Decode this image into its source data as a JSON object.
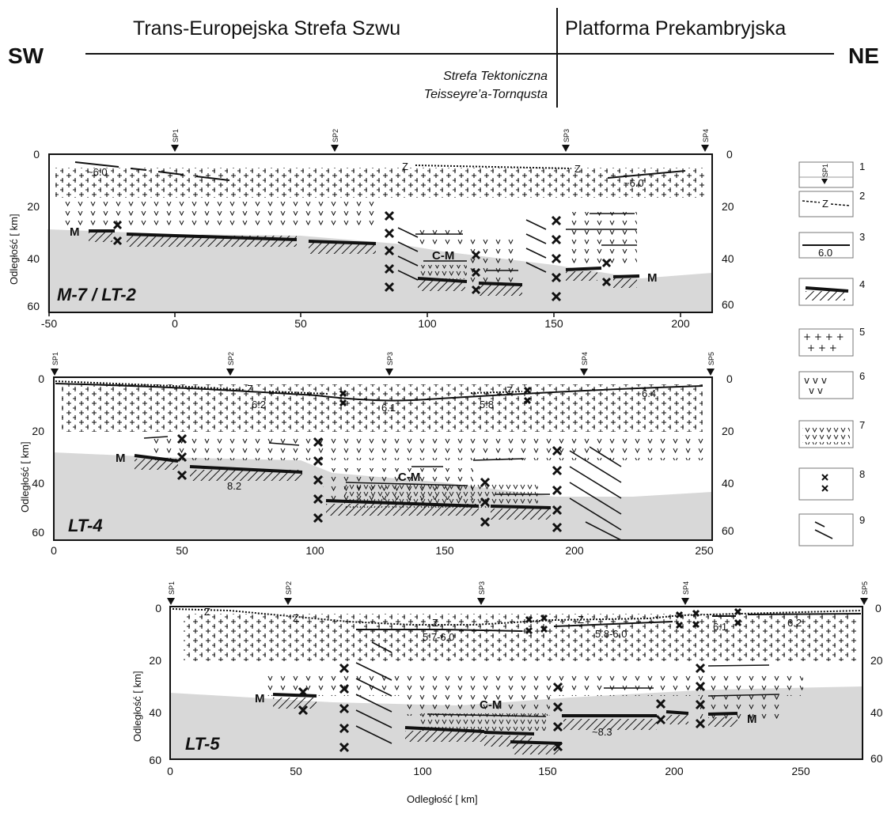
{
  "header": {
    "left_end": "SW",
    "right_end": "NE",
    "zone_left": "Trans-Europejska Strefa Szwu",
    "zone_right": "Platforma Prekambryjska",
    "sub_line1": "Strefa Tektoniczna",
    "sub_line2": "Teisseyre’a-Tornqusta"
  },
  "ylabel": "Odległość  [ km]",
  "xlabel": "Odległość  [ km]",
  "profiles": [
    {
      "name": "M-7 / LT-2",
      "x_ticks": [
        "-50",
        "0",
        "50",
        "100",
        "150",
        "200"
      ],
      "y_ticks_left": [
        "0",
        "20",
        "40",
        "60"
      ],
      "y_ticks_right": [
        "0",
        "20",
        "40",
        "60"
      ],
      "shot_points": [
        "SP1",
        "SP2",
        "SP3",
        "SP4"
      ],
      "labels": {
        "v1": "~6.0",
        "v2": "~6.0",
        "z1": "Z",
        "z2": "Z",
        "cm": "C-M",
        "m1": "M",
        "m2": "M"
      }
    },
    {
      "name": "LT-4",
      "x_ticks": [
        "0",
        "50",
        "100",
        "150",
        "200",
        "250"
      ],
      "y_ticks_left": [
        "0",
        "20",
        "40",
        "60"
      ],
      "y_ticks_right": [
        "0",
        "20",
        "40",
        "60"
      ],
      "shot_points": [
        "SP1",
        "SP2",
        "SP3",
        "SP4",
        "SP5"
      ],
      "labels": {
        "z1": "Z",
        "z2": "Z",
        "v1": "6.2",
        "v2": "6.1",
        "v3": "5.8",
        "v4": "6.4",
        "m": "M",
        "v5": "8.2",
        "cm": "C-M"
      }
    },
    {
      "name": "LT-5",
      "x_ticks": [
        "0",
        "50",
        "100",
        "150",
        "200",
        "250"
      ],
      "y_ticks_left": [
        "0",
        "20",
        "40",
        "60"
      ],
      "y_ticks_right": [
        "0",
        "20",
        "40",
        "60"
      ],
      "shot_points": [
        "SP1",
        "SP2",
        "SP3",
        "SP4",
        "SP5"
      ],
      "labels": {
        "z1": "Z",
        "z2": "Z",
        "z3": "Z",
        "z4": "Z",
        "v1": "5.7-6.0",
        "v2": "5.8-6.0",
        "v3": "6.1",
        "v4": "6.2",
        "m1": "M",
        "m2": "M",
        "cm": "C-M",
        "v5": "~8.3"
      }
    }
  ],
  "legend": [
    {
      "num": "1",
      "sp": "SP1"
    },
    {
      "num": "2",
      "text": "Z"
    },
    {
      "num": "3",
      "text": "6.0"
    },
    {
      "num": "4"
    },
    {
      "num": "5"
    },
    {
      "num": "6"
    },
    {
      "num": "7"
    },
    {
      "num": "8"
    },
    {
      "num": "9"
    }
  ],
  "colors": {
    "mantle_fill": "#d8d8d8",
    "ink": "#111111",
    "background": "#ffffff"
  }
}
